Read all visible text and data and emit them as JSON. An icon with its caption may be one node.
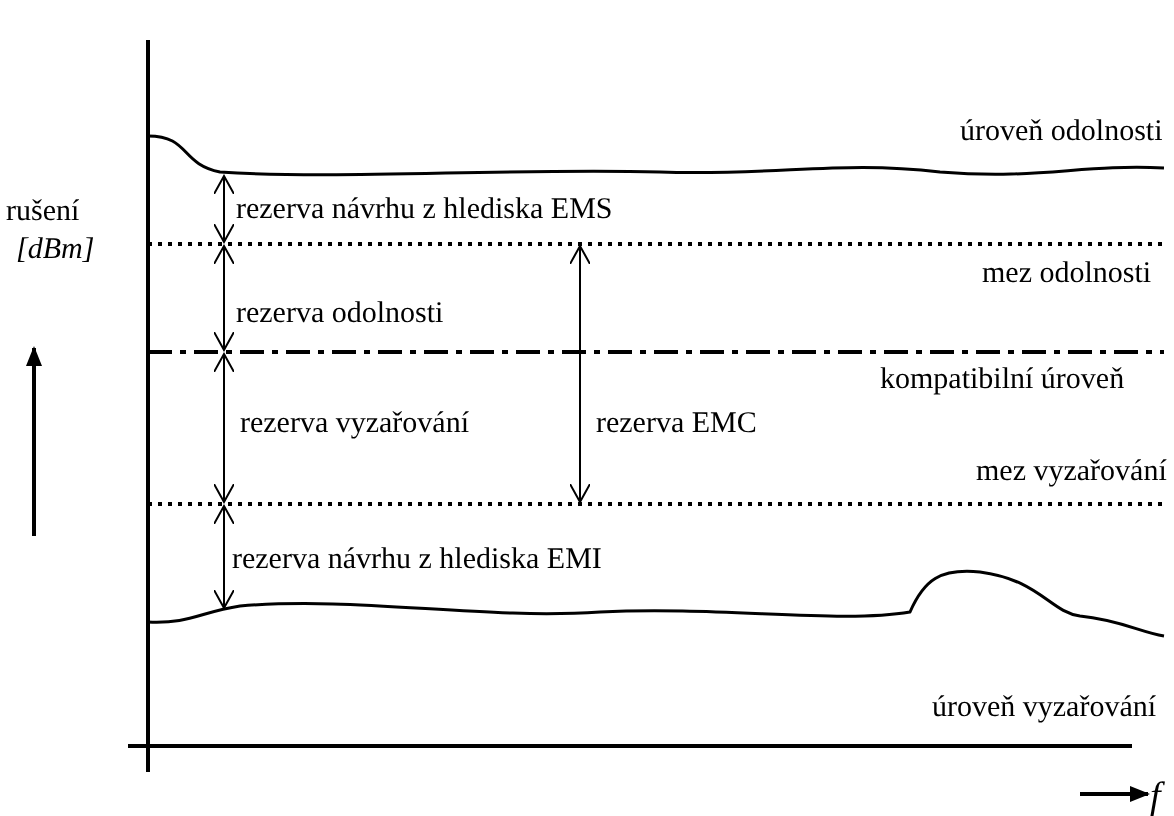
{
  "diagram": {
    "labels": [
      "rušení",
      "[dBm]",
      "úroveň odolnosti",
      "rezerva návrhu z hlediska EMS",
      "mez odolnosti",
      "rezerva odolnosti",
      "kompatibilní úroveň",
      "rezerva vyzařování",
      "rezerva EMC",
      "mez vyzařování",
      "rezerva návrhu z hlediska EMI",
      "úroveň vyzařování",
      "f"
    ]
  }
}
